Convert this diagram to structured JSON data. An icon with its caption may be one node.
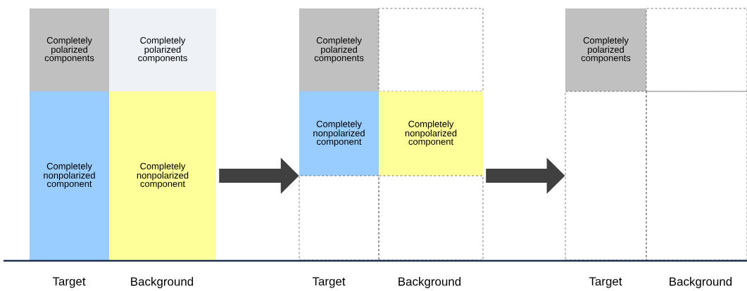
{
  "diagram": {
    "nodes": [
      {
        "text": [
          "Completely polarized components"
        ]
      },
      {
        "text": [
          "Completely polarized components"
        ]
      },
      {
        "text": [
          "Completely nonpolarized component"
        ]
      },
      {
        "text": [
          "Completely nonpolarized component"
        ]
      },
      {
        "text": [
          "Completely polarized components"
        ]
      },
      {
        "text": [],
        "shape": "box"
      },
      {
        "text": [
          "Completely nonpolarized component"
        ]
      },
      {
        "text": [
          "Completely nonpolarized component"
        ]
      },
      {
        "text": [],
        "shape": "box"
      },
      {
        "text": [],
        "shape": "box"
      },
      {
        "text": [
          "Completely polarized components"
        ]
      },
      {
        "text": [],
        "shape": "box"
      },
      {
        "text": [],
        "shape": "box"
      },
      {
        "text": [],
        "shape": "box"
      }
    ],
    "edges": [
      {
        "from": 3,
        "to": 6,
        "arrow": "to"
      },
      {
        "from": 7,
        "to": 12,
        "arrow": "to"
      }
    ],
    "labels": [
      "Target",
      "Background",
      "Target",
      "Background",
      "Target",
      "Background"
    ]
  }
}
